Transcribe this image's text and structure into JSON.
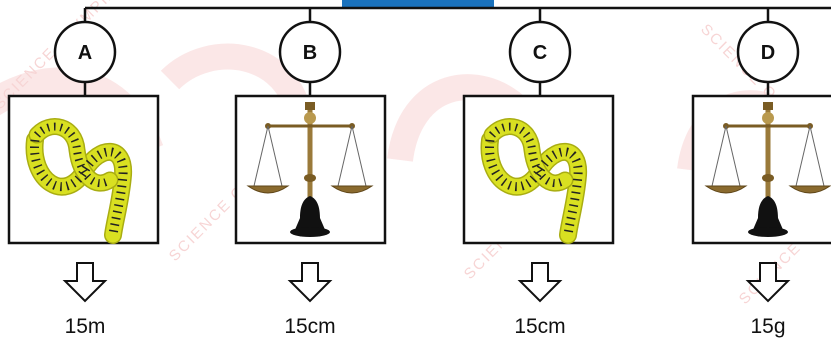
{
  "options": [
    {
      "letter": "A",
      "instrument_icon": "measuring-tape-icon",
      "value": "15m"
    },
    {
      "letter": "B",
      "instrument_icon": "balance-scale-icon",
      "value": "15cm"
    },
    {
      "letter": "C",
      "instrument_icon": "measuring-tape-icon",
      "value": "15cm"
    },
    {
      "letter": "D",
      "instrument_icon": "balance-scale-icon",
      "value": "15g"
    }
  ],
  "watermark": {
    "text": "SCIENCE OLYMPIAD",
    "color": "#f1b3b3"
  },
  "colors": {
    "header_bar": "#1a72bd",
    "line": "#111111",
    "tape": "#d9e021",
    "tape_dark": "#a9ad12",
    "brass": "#9a7a3a",
    "scale_base": "#111111"
  }
}
